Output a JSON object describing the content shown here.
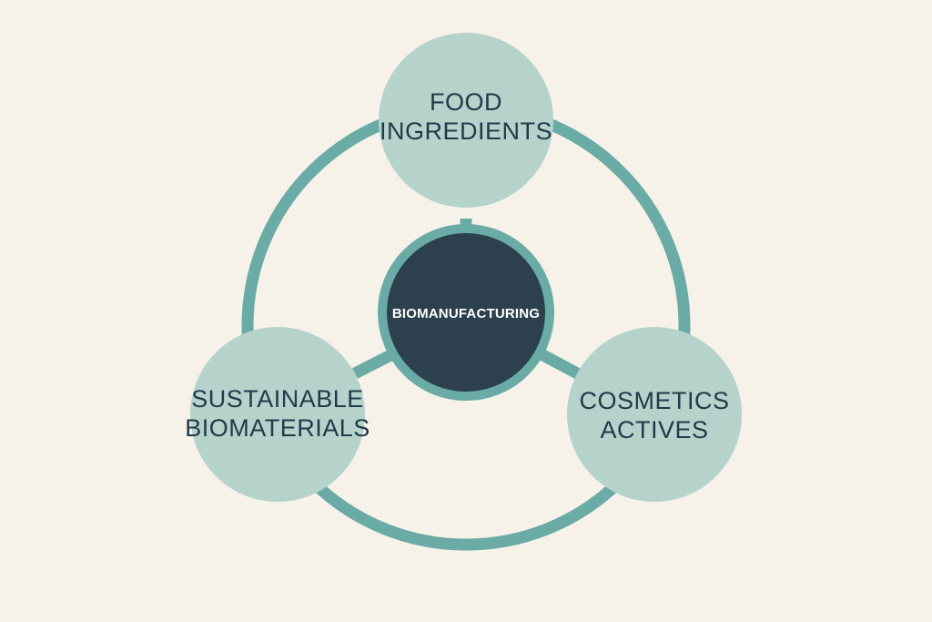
{
  "colors": {
    "background": "#f6f2ea",
    "ring": "#6aaba5",
    "node_fill": "#b5d3cb",
    "hub_fill": "#2c404e",
    "hub_border": "#6aaba5",
    "node_text": "#1f3a4a",
    "hub_text": "#ffffff"
  },
  "hub": {
    "label": "BIOMANUFACTURING"
  },
  "nodes": [
    {
      "id": "food",
      "lines": [
        "FOOD",
        "INGREDIENTS"
      ]
    },
    {
      "id": "biomaterials",
      "lines": [
        "SUSTAINABLE",
        "BIOMATERIALS"
      ]
    },
    {
      "id": "cosmetics",
      "lines": [
        "COSMETICS",
        "ACTIVES"
      ]
    }
  ]
}
